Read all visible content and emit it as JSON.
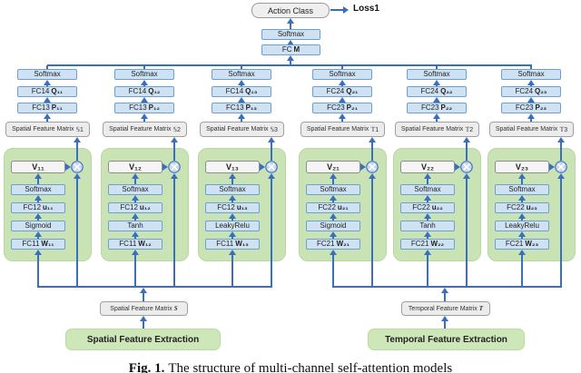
{
  "top": {
    "action_class": "Action Class",
    "loss": "Loss1",
    "softmax": "Softmax",
    "fc_prefix": "FC",
    "fc_var": "M"
  },
  "columns": [
    {
      "softmax": "Softmax",
      "q_prefix": "FC14",
      "q_var": "Q₁₁",
      "p_prefix": "FC13",
      "p_var": "P₁₁",
      "matrix_label": "Spatial Feature Matrix",
      "matrix_var": "𝕊1"
    },
    {
      "softmax": "Softmax",
      "q_prefix": "FC14",
      "q_var": "Q₁₂",
      "p_prefix": "FC13",
      "p_var": "P₁₂",
      "matrix_label": "Spatial Feature Matrix",
      "matrix_var": "𝕊2"
    },
    {
      "softmax": "Softmax",
      "q_prefix": "FC14",
      "q_var": "Q₁₃",
      "p_prefix": "FC13",
      "p_var": "P₁₃",
      "matrix_label": "Spatial Feature Matrix",
      "matrix_var": "𝕊3"
    },
    {
      "softmax": "Softmax",
      "q_prefix": "FC24",
      "q_var": "Q₂₁",
      "p_prefix": "FC23",
      "p_var": "P₂₁",
      "matrix_label": "Spatial Feature Matrix",
      "matrix_var": "𝕋1"
    },
    {
      "softmax": "Softmax",
      "q_prefix": "FC24",
      "q_var": "Q₂₂",
      "p_prefix": "FC23",
      "p_var": "P₂₂",
      "matrix_label": "Spatial Feature Matrix",
      "matrix_var": "𝕋2"
    },
    {
      "softmax": "Softmax",
      "q_prefix": "FC24",
      "q_var": "Q₂₃",
      "p_prefix": "FC23",
      "p_var": "P₂₃",
      "matrix_label": "Spatial Feature Matrix",
      "matrix_var": "𝕋3"
    }
  ],
  "channels": [
    {
      "v": "V₁₁",
      "softmax": "Softmax",
      "u_prefix": "FC12",
      "u_var": "u₁₁",
      "activation": "Sigmoid",
      "w_prefix": "FC11",
      "w_var": "W₁₁"
    },
    {
      "v": "V₁₂",
      "softmax": "Softmax",
      "u_prefix": "FC12",
      "u_var": "u₁₂",
      "activation": "Tanh",
      "w_prefix": "FC11",
      "w_var": "W₁₂"
    },
    {
      "v": "V₁₃",
      "softmax": "Softmax",
      "u_prefix": "FC12",
      "u_var": "u₁₃",
      "activation": "LeakyRelu",
      "w_prefix": "FC11",
      "w_var": "W₁₃"
    },
    {
      "v": "V₂₁",
      "softmax": "Softmax",
      "u_prefix": "FC22",
      "u_var": "u₂₁",
      "activation": "Sigmoid",
      "w_prefix": "FC21",
      "w_var": "W₂₁"
    },
    {
      "v": "V₂₂",
      "softmax": "Softmax",
      "u_prefix": "FC22",
      "u_var": "u₂₂",
      "activation": "Tanh",
      "w_prefix": "FC21",
      "w_var": "W₂₂"
    },
    {
      "v": "V₂₃",
      "softmax": "Softmax",
      "u_prefix": "FC22",
      "u_var": "u₂₃",
      "activation": "LeakyRelu",
      "w_prefix": "FC21",
      "w_var": "W₂₃"
    }
  ],
  "bottom": {
    "spatial_matrix_label": "Spatial Feature Matrix",
    "spatial_matrix_var": "S",
    "temporal_matrix_label": "Temporal Feature Matrix",
    "temporal_matrix_var": "T",
    "spatial_extraction": "Spatial Feature Extraction",
    "temporal_extraction": "Temporal Feature Extraction"
  },
  "caption": {
    "bold": "Fig. 1.",
    "text": "The structure of multi-channel self-attention models"
  },
  "icons": {
    "multiply_icon": "⊗"
  },
  "colors": {
    "box_fill": "#cfe2f3",
    "box_border": "#6d9fd0",
    "arrow": "#3a6fc0",
    "green_fill": "#c9e3b4",
    "gray_fill": "#efefef",
    "circle_fill": "#cdd9eb",
    "circle_stroke": "#4472c4"
  }
}
